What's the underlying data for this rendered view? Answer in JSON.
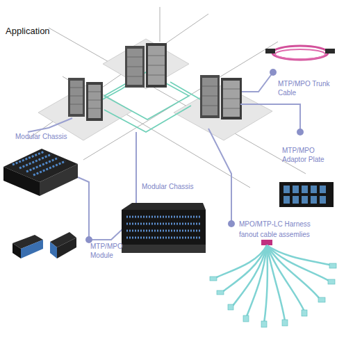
{
  "diagram": {
    "title": "Application",
    "nodes": [
      {
        "text": [
          "MTP/MPO Trunk Cable"
        ]
      },
      {
        "text": [
          "Modular Chassis"
        ]
      },
      {
        "text": [
          "MTP/MPO Adaptor Plate"
        ]
      },
      {
        "text": [
          "Modular Chassis"
        ]
      },
      {
        "text": [
          "MPO/MTP-LC Harness",
          "fanout cable assemlies"
        ]
      },
      {
        "text": [
          "MTP/MPO Module"
        ]
      }
    ]
  }
}
